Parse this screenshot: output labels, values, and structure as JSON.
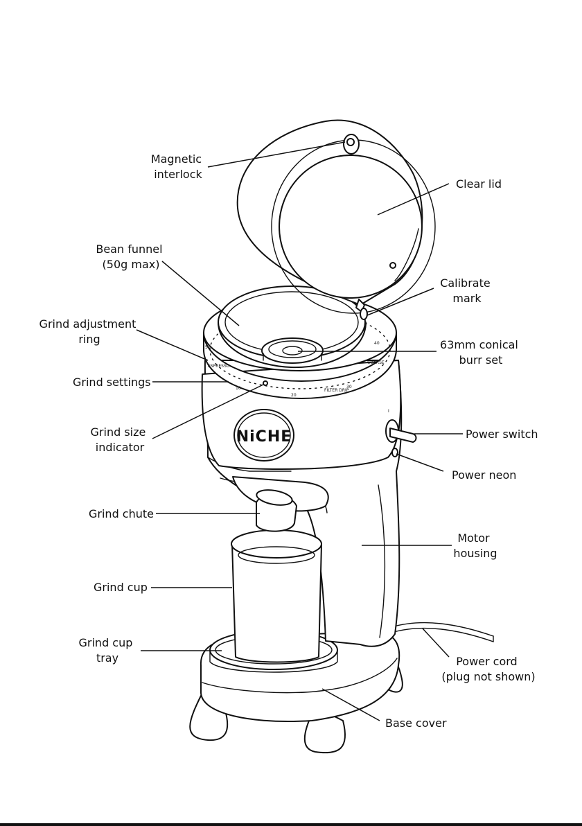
{
  "brand": {
    "logo_text": "NiCHE"
  },
  "dial": {
    "markings": [
      "ESPRESSO",
      "FILTER DRIP",
      "COARSE",
      "10",
      "20",
      "30",
      "40",
      "50"
    ]
  },
  "labels": {
    "magnetic_interlock": [
      "Magnetic",
      "interlock"
    ],
    "clear_lid": [
      "Clear lid"
    ],
    "bean_funnel": [
      "Bean funnel",
      "(50g max)"
    ],
    "calibrate_mark": [
      "Calibrate",
      "mark"
    ],
    "grind_adjustment_ring": [
      "Grind adjustment",
      "ring"
    ],
    "conical_burr_set": [
      "63mm conical",
      "burr set"
    ],
    "grind_settings": [
      "Grind settings"
    ],
    "grind_size_indicator": [
      "Grind size",
      "indicator"
    ],
    "power_switch": [
      "Power switch"
    ],
    "power_neon": [
      "Power neon"
    ],
    "grind_chute": [
      "Grind chute"
    ],
    "motor_housing": [
      "Motor",
      "housing"
    ],
    "grind_cup": [
      "Grind cup"
    ],
    "grind_cup_tray": [
      "Grind cup",
      "tray"
    ],
    "power_cord": [
      "Power cord",
      "(plug not shown)"
    ],
    "base_cover": [
      "Base cover"
    ]
  }
}
